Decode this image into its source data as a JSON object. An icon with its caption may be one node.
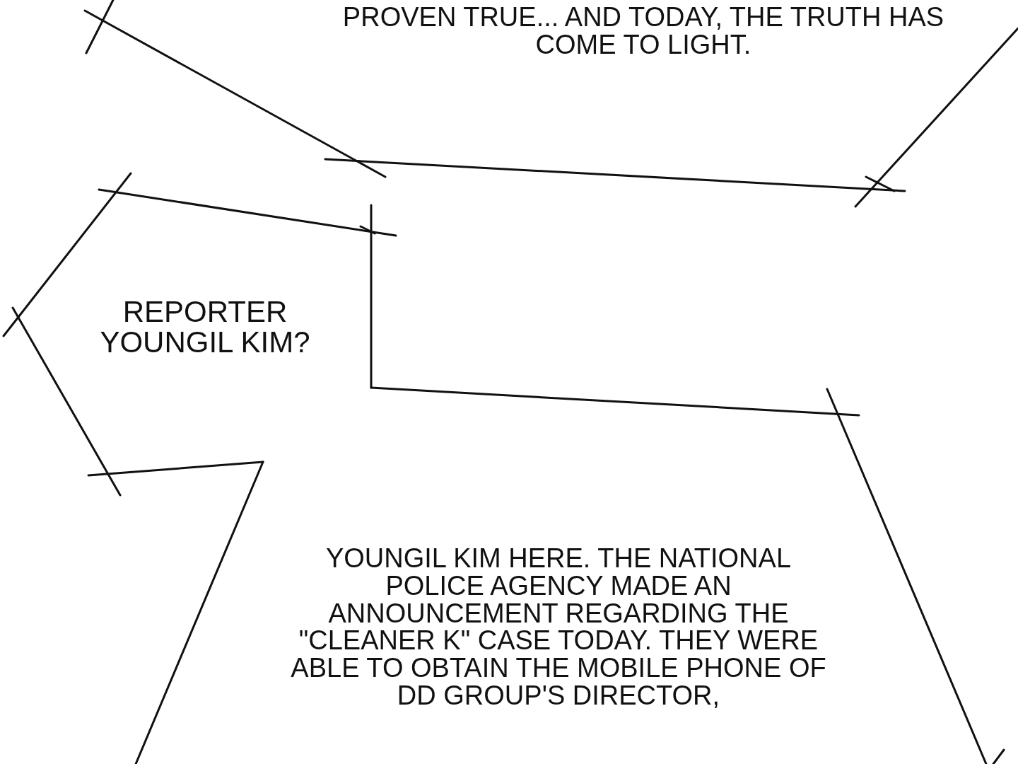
{
  "diagram": {
    "nodes": [
      {
        "text": [
          "PROVEN TRUE... AND TODAY, THE TRUTH HAS COME TO LIGHT."
        ]
      },
      {
        "text": [
          "REPORTER YOUNGIL KIM?"
        ]
      },
      {
        "text": [
          "YOUNGIL KIM HERE. THE NATIONAL POLICE AGENCY MADE AN ANNOUNCEMENT REGARDING THE \"CLEANER K\" CASE TODAY. THEY WERE ABLE TO OBTAIN THE MOBILE PHONE OF DD GROUP'S DIRECTOR,"
        ]
      }
    ],
    "edges": []
  }
}
